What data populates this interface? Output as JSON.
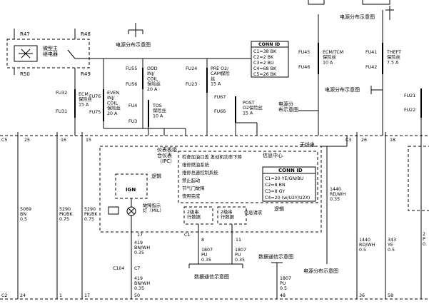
{
  "top_boxes": [
    "",
    ""
  ],
  "ref_labels": {
    "power_top_center": "电源分布示意图",
    "power_top_right": "电源分布示意图",
    "power_right_mid": "电源分布示意图",
    "power_mid": "电源分\n布示意图",
    "power_bottom": "电源分布示意图",
    "data_comm_bottom": "数据通信示意图",
    "data_comm_center": "数据通信示意图"
  },
  "relay": {
    "name": "微型主\n继电器",
    "pins": [
      "R47",
      "R48",
      "R49",
      "R50"
    ]
  },
  "fuses": [
    {
      "ids": [
        "FU32",
        "FU31"
      ],
      "label": "ECM\n保险丝\n15 A"
    },
    {
      "ids": [
        "FU76",
        "FU75"
      ],
      "label": "EVEN\nINJ/\nCOIL\n保险丝\n20 A"
    },
    {
      "ids": [
        "FU55",
        "FU56"
      ],
      "label": "ODD\nINJ/\nCOIL\n保险丝\n20 A"
    },
    {
      "ids": [
        "FU4",
        "FU3"
      ],
      "label": "TOS\n保险丝\n10 A"
    },
    {
      "ids": [
        "FU24",
        "FU23"
      ],
      "label": "PRE O2/\nCAM保险\n丝\n15 A"
    },
    {
      "ids": [
        "FU67",
        "FU66"
      ],
      "label": "POST\nO2保险丝\n15 A"
    },
    {
      "ids": [
        "FU45",
        "FU46"
      ],
      "label": "ECM/TCM\n保险丝\n10 A"
    },
    {
      "ids": [
        "FU41",
        "FU42"
      ],
      "label": "THEFT\n保险丝\n7.5 A"
    },
    {
      "ids": [
        "FU21",
        "FU22"
      ],
      "label": ""
    }
  ],
  "conn_id_top": {
    "title": "CONN ID",
    "rows": [
      "C1=38 BK",
      "C2=2 BK",
      "C3=2 BU",
      "C4=68 BK",
      "C5=26 BK"
    ]
  },
  "conn_id_ipc": {
    "title": "CONN ID",
    "rows": [
      "C1=20 YE/GN/BU",
      "C2=8 BN",
      "C3=8 GY",
      "C4=20 (w/U2Y/U2X)"
    ]
  },
  "ipc": {
    "name": "仪表板组\n合仪表\n（IPC）",
    "wireless": "无线电",
    "message_center": "信息中心",
    "messages": [
      "检查加油口盖  发动机功率下降",
      "维修燃油系统",
      "维修总速控制系统",
      "禁止起动",
      "节气门故障",
      "快照完成"
    ],
    "logic": "逻辑",
    "logic2": "逻辑",
    "ign": "IGN",
    "mil": "故障指示\n灯（MIL）",
    "serial_a": "2级串\n行数据",
    "serial_b": "2级串\n行数据",
    "info_request": "信息请求"
  },
  "connectors": {
    "top_row": [
      "C5",
      "25",
      "16",
      "15",
      "C3",
      "26",
      "18"
    ],
    "bottom_row": [
      "C2",
      "24",
      "1",
      "17",
      "50",
      "48",
      "36",
      "58"
    ],
    "ipc_pins": [
      "17",
      "C7",
      "C1",
      "8",
      "11"
    ],
    "c104": "C104"
  },
  "wires": [
    {
      "circuit": "5069",
      "color": "BN",
      "gauge": "0.5"
    },
    {
      "circuit": "5290",
      "color": "PK/BK",
      "gauge": "0.75"
    },
    {
      "circuit": "5290",
      "color": "PK/BK",
      "gauge": "0.75"
    },
    {
      "circuit": "419",
      "color": "BN/WH",
      "gauge": "0.35"
    },
    {
      "circuit": "419",
      "color": "BN/WH",
      "gauge": "0.35"
    },
    {
      "circuit": "1807",
      "color": "PU",
      "gauge": "0.35"
    },
    {
      "circuit": "1807",
      "color": "PU",
      "gauge": "0.35"
    },
    {
      "circuit": "1807",
      "color": "PU",
      "gauge": "0.5"
    },
    {
      "circuit": "1440",
      "color": "RD/WH",
      "gauge": "0.35"
    },
    {
      "circuit": "1440",
      "color": "RD/WH",
      "gauge": "0.5"
    },
    {
      "circuit": "343",
      "color": "YE",
      "gauge": "0.5"
    },
    {
      "circuit": "2",
      "color": "P",
      "gauge": "0."
    }
  ]
}
